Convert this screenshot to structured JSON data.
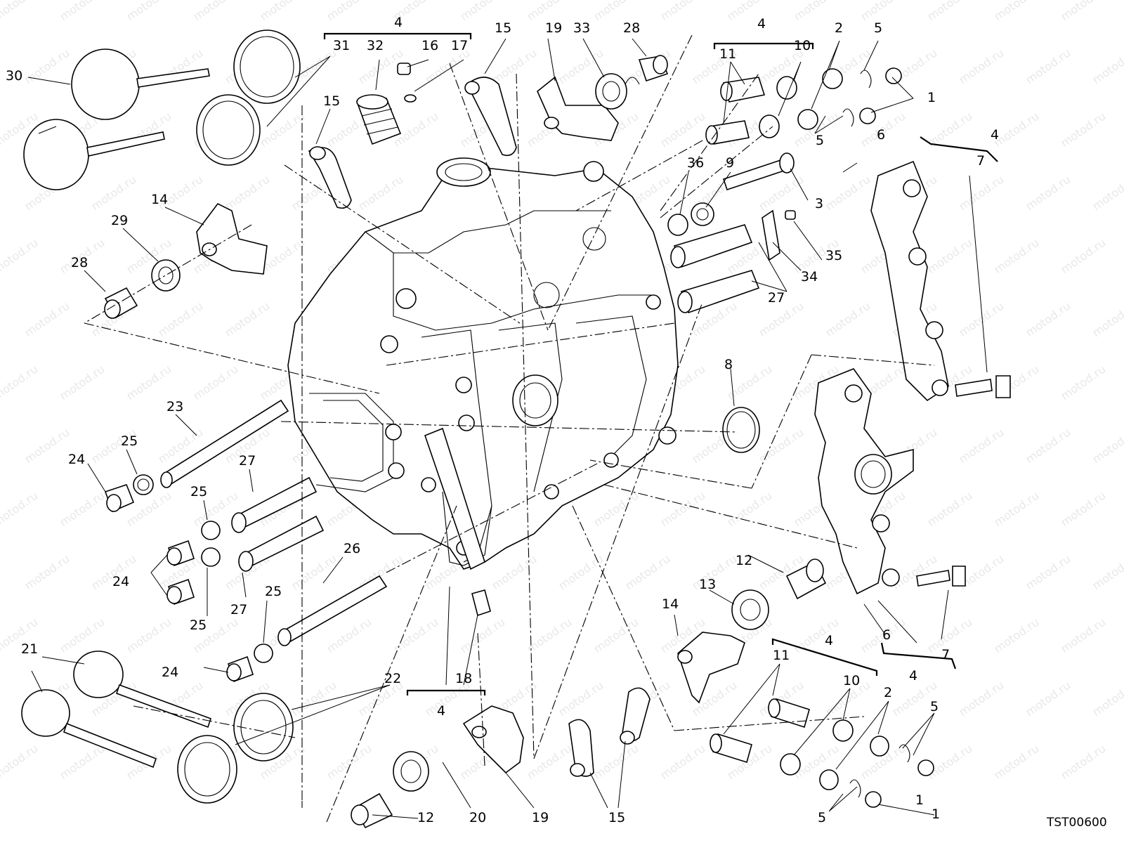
{
  "diagram": {
    "drawing_code": "TST00600",
    "watermark_text": "motod.ru",
    "labels": [
      {
        "id": "l30",
        "text": "30"
      },
      {
        "id": "l31",
        "text": "31"
      },
      {
        "id": "l32",
        "text": "32"
      },
      {
        "id": "l16",
        "text": "16"
      },
      {
        "id": "l17",
        "text": "17"
      },
      {
        "id": "l4a",
        "text": "4"
      },
      {
        "id": "l15a",
        "text": "15"
      },
      {
        "id": "l19a",
        "text": "19"
      },
      {
        "id": "l33",
        "text": "33"
      },
      {
        "id": "l28a",
        "text": "28"
      },
      {
        "id": "l4b",
        "text": "4"
      },
      {
        "id": "l11a",
        "text": "11"
      },
      {
        "id": "l10a",
        "text": "10"
      },
      {
        "id": "l2a",
        "text": "2"
      },
      {
        "id": "l5a",
        "text": "5"
      },
      {
        "id": "l1a",
        "text": "1"
      },
      {
        "id": "l5b",
        "text": "5"
      },
      {
        "id": "l15b",
        "text": "15"
      },
      {
        "id": "l14a",
        "text": "14"
      },
      {
        "id": "l29",
        "text": "29"
      },
      {
        "id": "l28b",
        "text": "28"
      },
      {
        "id": "l36",
        "text": "36"
      },
      {
        "id": "l9",
        "text": "9"
      },
      {
        "id": "l3",
        "text": "3"
      },
      {
        "id": "l4c",
        "text": "4"
      },
      {
        "id": "l6a",
        "text": "6"
      },
      {
        "id": "l7a",
        "text": "7"
      },
      {
        "id": "l35",
        "text": "35"
      },
      {
        "id": "l34",
        "text": "34"
      },
      {
        "id": "l27a",
        "text": "27"
      },
      {
        "id": "l8",
        "text": "8"
      },
      {
        "id": "l23",
        "text": "23"
      },
      {
        "id": "l25a",
        "text": "25"
      },
      {
        "id": "l24a",
        "text": "24"
      },
      {
        "id": "l27b",
        "text": "27"
      },
      {
        "id": "l25b",
        "text": "25"
      },
      {
        "id": "l24b",
        "text": "24"
      },
      {
        "id": "l27c",
        "text": "27"
      },
      {
        "id": "l25c",
        "text": "25"
      },
      {
        "id": "l25d",
        "text": "25"
      },
      {
        "id": "l26",
        "text": "26"
      },
      {
        "id": "l24c",
        "text": "24"
      },
      {
        "id": "l12a",
        "text": "12"
      },
      {
        "id": "l13",
        "text": "13"
      },
      {
        "id": "l14b",
        "text": "14"
      },
      {
        "id": "l6b",
        "text": "6"
      },
      {
        "id": "l7b",
        "text": "7"
      },
      {
        "id": "l4d",
        "text": "4"
      },
      {
        "id": "l4e",
        "text": "4"
      },
      {
        "id": "l11b",
        "text": "11"
      },
      {
        "id": "l10b",
        "text": "10"
      },
      {
        "id": "l2b",
        "text": "2"
      },
      {
        "id": "l5c",
        "text": "5"
      },
      {
        "id": "l5d",
        "text": "5"
      },
      {
        "id": "l1b",
        "text": "1"
      },
      {
        "id": "l21",
        "text": "21"
      },
      {
        "id": "l22",
        "text": "22"
      },
      {
        "id": "l18",
        "text": "18"
      },
      {
        "id": "l4f",
        "text": "4"
      },
      {
        "id": "l12b",
        "text": "12"
      },
      {
        "id": "l20",
        "text": "20"
      },
      {
        "id": "l19b",
        "text": "19"
      },
      {
        "id": "l15c",
        "text": "15"
      },
      {
        "id": "l1c",
        "text": "1"
      }
    ]
  }
}
